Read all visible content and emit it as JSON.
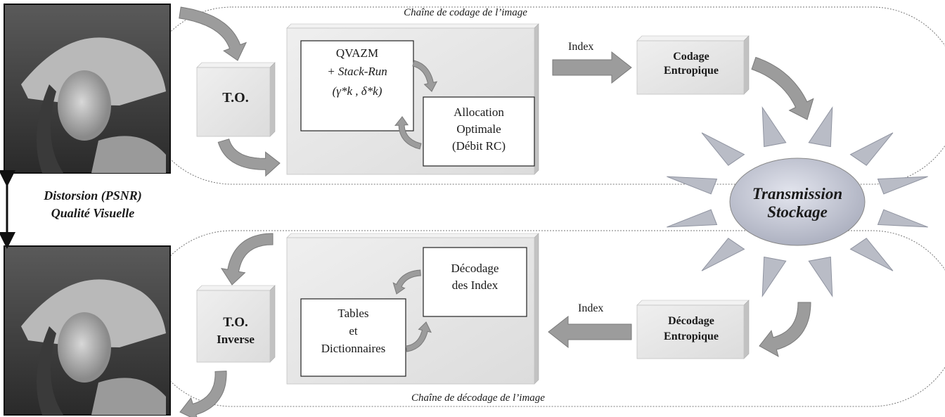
{
  "encoding_chain": {
    "caption": "Chaîne de codage de l’image",
    "to_label": "T.O.",
    "qvazm_line1": "QVAZM",
    "qvazm_line2": "+ Stack-Run",
    "qvazm_params": "(γ*k , δ*k)",
    "alloc_line1": "Allocation",
    "alloc_line2": "Optimale",
    "alloc_line3": "(Débit RC)",
    "index_label": "Index",
    "entropy_line1": "Codage",
    "entropy_line2": "Entropique"
  },
  "transmission": {
    "line1": "Transmission",
    "line2": "Stockage"
  },
  "decoding_chain": {
    "caption": "Chaîne de décodage de l’image",
    "to_line1": "T.O.",
    "to_line2": "Inverse",
    "decode_index_line1": "Décodage",
    "decode_index_line2": "des Index",
    "tables_line1": "Tables",
    "tables_line2": "et",
    "tables_line3": "Dictionnaires",
    "index_label": "Index",
    "entropy_line1": "Décodage",
    "entropy_line2": "Entropique"
  },
  "quality": {
    "line1": "Distorsion (PSNR)",
    "line2": "Qualité Visuelle"
  },
  "colors": {
    "box_fill": "#e6e6e6",
    "box_top": "#f2f2f2",
    "box_side": "#c2c2c2",
    "arrow_fill": "#9c9c9c",
    "sun_ray": "#b9bcc6",
    "ellipse_fill": "#c9ccd8"
  },
  "icons": {
    "original_image": "lena-photo-icon",
    "reconstructed_image": "lena-photo-icon"
  }
}
